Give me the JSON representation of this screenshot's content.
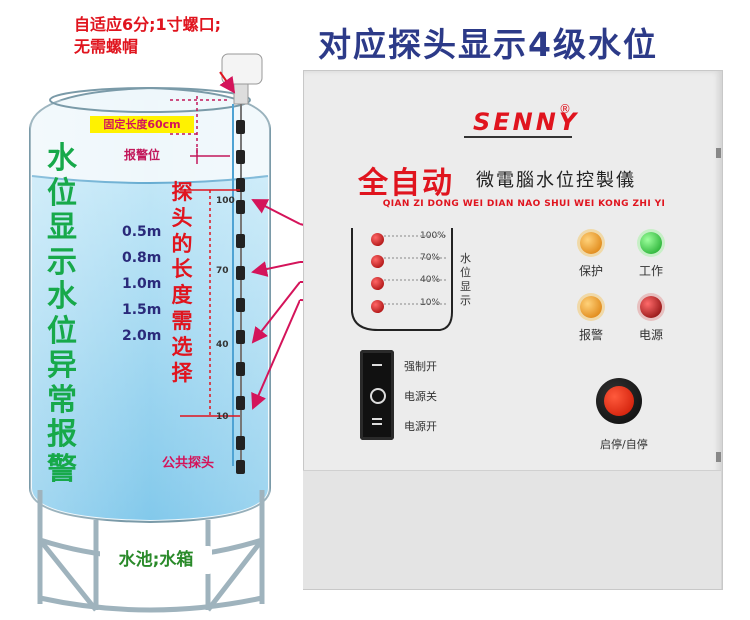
{
  "header": {
    "title": "对应探头显示4级水位",
    "note_line1": "自适应6分;1寸螺口;",
    "note_line2": "无需螺帽"
  },
  "tank": {
    "fixed_length_label": "固定长度60cm",
    "alarm_label": "报警位",
    "vertical_left_text": "水位显示水位异常报警",
    "vertical_middle_text": "探头的长度需选择",
    "depths": [
      "0.5m",
      "0.8m",
      "1.0m",
      "1.5m",
      "2.0m"
    ],
    "scale_marks": [
      "100",
      "70",
      "40",
      "10"
    ],
    "common_probe_label": "公共探头",
    "caption": "水池;水箱"
  },
  "panel": {
    "brand": "SENNY",
    "brand_reg": "®",
    "auto_text": "全自动",
    "device_name": "微電腦水位控製儀",
    "pinyin": "QIAN ZI DONG WEI DIAN NAO SHUI WEI KONG ZHI YI",
    "level_percents": [
      "100%",
      "70%",
      "40%",
      "10%"
    ],
    "level_side_label": [
      "水",
      "位",
      "显",
      "示"
    ],
    "indicators": [
      {
        "label": "保护",
        "color": "#ff9a1a"
      },
      {
        "label": "工作",
        "color": "#22cc33"
      },
      {
        "label": "报警",
        "color": "#ff9a1a"
      },
      {
        "label": "电源",
        "color": "#cc1111"
      }
    ],
    "switch_labels": [
      "强制开",
      "电源关",
      "电源开"
    ],
    "button_label": "启停/自停"
  },
  "colors": {
    "title_blue": "#2c3a88",
    "accent_red": "#e0141e",
    "water_blue": "#8fd0ee",
    "green_text": "#17a94a",
    "arrow_magenta": "#d4145a"
  }
}
